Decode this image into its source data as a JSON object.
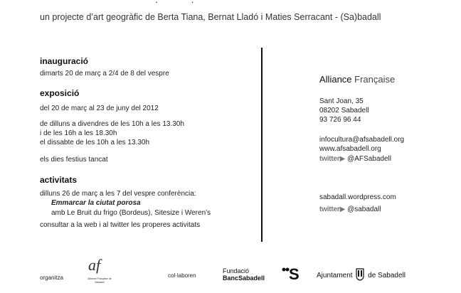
{
  "header": {
    "subtitle": "un projecte d’art geogràfic de Berta Tiana, Bernat Lladó i Maties Serracant  -  (Sa)badall"
  },
  "left": {
    "inauguracio": {
      "heading": "inauguració",
      "line": "dimarts 20 de març a 2/4 de 8 del vespre"
    },
    "exposicio": {
      "heading": "exposició",
      "dates": "del 20 de març al 23 de juny del 2012",
      "hours": [
        "de dilluns a divendres de les 10h a les 13.30h",
        "i de les 16h a les 18.30h",
        "el dissabte de les 10h a les 13.30h"
      ],
      "closed": "els dies festius tancat"
    },
    "activitats": {
      "heading": "activitats",
      "line1": "dilluns 26 de març a les 7 del vespre conferència:",
      "talk_title": "Emmarcar la ciutat porosa",
      "line2": "amb Le Bruit du frigo (Bordeus), Sitesize i Weren’s",
      "line3": "consultar a la web i al twitter les properes activitats"
    }
  },
  "right": {
    "org_name_bold": "Alliance",
    "org_name_light": "Française",
    "address": [
      "Sant Joan, 35",
      "08202 Sabadell",
      "93 726 96 44"
    ],
    "email": "infocultura@afsabadell.org",
    "web": "www.afsabadell.org",
    "twitter_word": "twitter",
    "twitter_handle_1": "@AFSabadell",
    "blog": "sabadall.wordpress.com",
    "twitter_handle_2": "@sabadall"
  },
  "footer": {
    "organitza": "organitza",
    "af_logo_mark": "af",
    "af_logo_sub": "Alliance Française de Sabadell",
    "collaboren": "col·laboren",
    "fundacio_line1": "Fundació",
    "fundacio_line2": "BancSabadell",
    "bs_mark": "S",
    "ajuntament_left": "Ajuntament",
    "ajuntament_right": "de Sabadell"
  }
}
